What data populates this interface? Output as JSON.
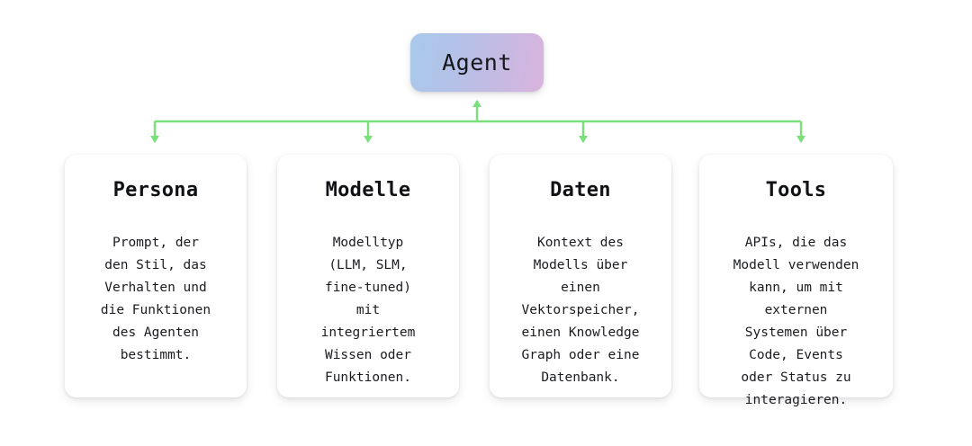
{
  "diagram": {
    "background_color": "#ffffff",
    "root": {
      "label": "Agent",
      "gradient_from": "#a9c9ea",
      "gradient_to": "#d9b3dc"
    },
    "connector": {
      "color": "#79e07a",
      "arrow_name": "arrowhead"
    },
    "cards": [
      {
        "title": "Persona",
        "body": "Prompt, der\nden Stil, das\nVerhalten und\ndie Funktionen\ndes Agenten\nbestimmt."
      },
      {
        "title": "Modelle",
        "body": "Modelltyp\n(LLM, SLM,\nfine-tuned)\nmit\nintegriertem\nWissen oder\nFunktionen."
      },
      {
        "title": "Daten",
        "body": "Kontext des\nModells über\neinen\nVektorspeicher,\neinen Knowledge\nGraph oder eine\nDatenbank."
      },
      {
        "title": "Tools",
        "body": "APIs, die das\nModell verwenden\nkann, um mit\nexternen\nSystemen über\nCode, Events\noder Status zu\ninteragieren."
      }
    ]
  }
}
